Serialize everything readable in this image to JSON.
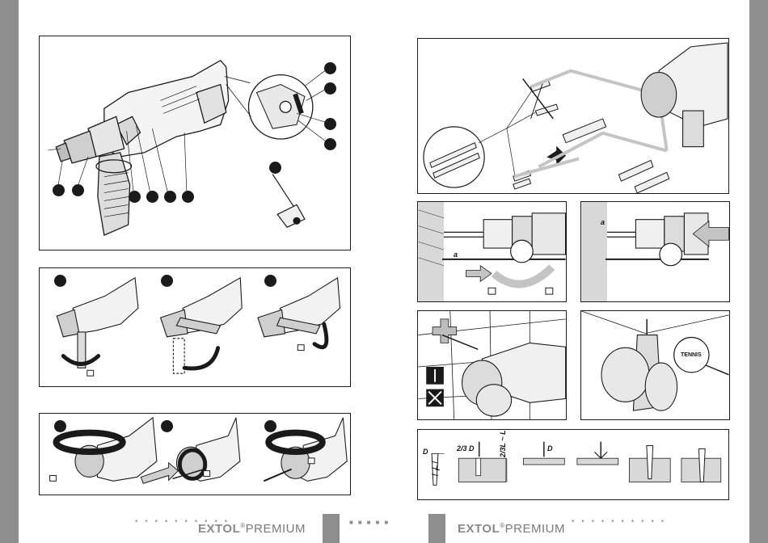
{
  "brand": {
    "name": "EXTOL",
    "suffix": "PREMIUM",
    "mark": "®"
  },
  "labels": {
    "gap_a_left": "a",
    "gap_a_right": "a",
    "tennis": "TENNIS",
    "dim_d1": "D",
    "dim_l1": "L",
    "dim_two_thirds_d": "2/3 D",
    "dim_two_thirds_l": "2/3L ~ L",
    "dim_d2": "D"
  },
  "colors": {
    "side_bar": "#8e8e8e",
    "ink": "#1a1a1a",
    "shade": "#cfcfcf"
  },
  "icons": [
    "drill-icon",
    "lock-icon",
    "unlock-icon",
    "arrow-icon",
    "chuck-key-icon",
    "screw-icon"
  ]
}
